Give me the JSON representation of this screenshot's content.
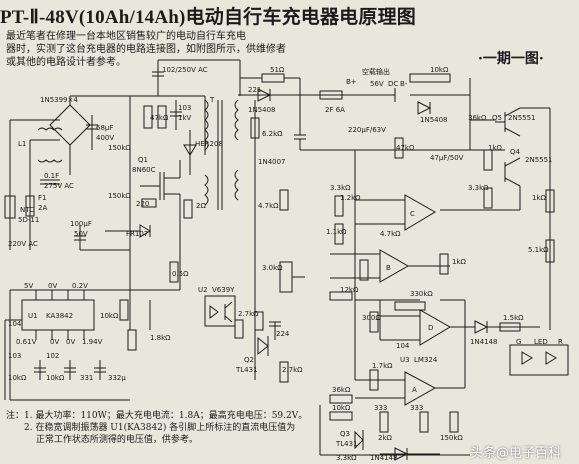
{
  "title": {
    "prefix": "PT-Ⅱ-48V(10Ah/14Ah)",
    "main": "电动自行车充电器电原理图"
  },
  "intro": [
    "最近笔者在修理一台本地区销售较广的电动自行车充电",
    "器时，实测了这台充电器的电路连接图，如附图所示，供维修者",
    "或其他的电路设计者参考。"
  ],
  "issue_tag": "·一期一图·",
  "labels": {
    "c_102": "102/250V AC",
    "t_T": "T",
    "r_51": "51Ω",
    "n_221": "221",
    "d_1n5408a": "1N5408",
    "bplus": "B+",
    "fuse2": "2F 6A",
    "out_ctrl": "空载输出",
    "v56": "56V",
    "dc": "DC",
    "bminus": "B-",
    "r10k_top": "10kΩ",
    "d_1n5408b": "1N5408",
    "r_36k": "36kΩ",
    "q5": "Q5",
    "q5_type": "2N5551",
    "bridge": "1N5399×4",
    "c68": "68μF",
    "v400": "400V",
    "l1": "L1",
    "r150k": "150kΩ",
    "r47k": "47kΩ",
    "c103": "103",
    "kv1": "1kV",
    "her208": "HER208",
    "r62k": "6.2kΩ",
    "cap220": "220μF/63V",
    "r47k_b": "47kΩ",
    "q4": "Q4",
    "q4_type": "2N5551",
    "r150k_b": "150kΩ",
    "q1": "Q1",
    "q1_type": "8N60C",
    "in4007": "1N4007",
    "c47": "47μF/50V",
    "r1k_b": "1kΩ",
    "r33k_a": "3.3kΩ",
    "r33k_b": "3.3kΩ",
    "c01": "0.1F",
    "v275": "275V AC",
    "f1": "F1",
    "a2": "2A",
    "r220": "220",
    "r2": "2Ω",
    "r12k": "1.2kΩ",
    "c_label": "C",
    "r1k_c": "1kΩ",
    "fr107": "FR107",
    "r47k_c": "4.7kΩ",
    "ntc": "NTC",
    "ntc_val": "5D-11",
    "c100": "100μF",
    "v50": "50V",
    "v220": "220V AC",
    "r11k": "1.1kΩ",
    "r47k_d": "4.7kΩ",
    "b_label": "B",
    "r1k_d": "1kΩ",
    "r51k": "5.1kΩ",
    "r05": "0.5Ω",
    "r30k": "3.0kΩ",
    "led": "LED",
    "u2": "U2",
    "v639": "V639Y",
    "v5": "5V",
    "v0": "0V",
    "v02": "0.2V",
    "u1": "U1",
    "ka3842": "KA3842",
    "r10k_u1": "10kΩ",
    "r12k_b": "12kΩ",
    "r330k": "330kΩ",
    "d_label": "D",
    "c104": "104",
    "r27k": "2.7kΩ",
    "r18k": "1.8kΩ",
    "c224": "224",
    "r300": "300Ω",
    "c104b": "104",
    "in4148": "1N4148",
    "r15k": "1.5kΩ",
    "g": "G",
    "r": "R",
    "v061": "0.61V",
    "v0b": "0V",
    "v0c": "0V",
    "v194": "1.94V",
    "q2": "Q2",
    "tl431": "TL431",
    "r27k_b": "2.7kΩ",
    "u3": "U3",
    "lm324": "LM324",
    "c103b": "103",
    "c102b": "102",
    "r10k_b": "10kΩ",
    "r10k_c": "10kΩ",
    "c331": "331",
    "c332": "332μ",
    "r17k": "1.7kΩ",
    "a_label": "A",
    "r36k_b": "36kΩ",
    "r10k_d": "10kΩ",
    "r333a": "333",
    "r333b": "333",
    "q3": "Q3",
    "tl431b": "TL431",
    "r2k": "2kΩ",
    "r150k_c": "150kΩ",
    "r33k_c": "3.3kΩ",
    "in4148b": "1N4148"
  },
  "notes": [
    "注：1. 最大功率：110W；最大充电电流：1.8A；最高充电电压：59.2V。",
    "　　2. 在稳宽调制振荡器 U1(KA3842) 各引脚上所标注的直流电压值为",
    "　　　 正常工作状态所测得的电压值，供参考。"
  ],
  "watermark": "头条@电子百科"
}
